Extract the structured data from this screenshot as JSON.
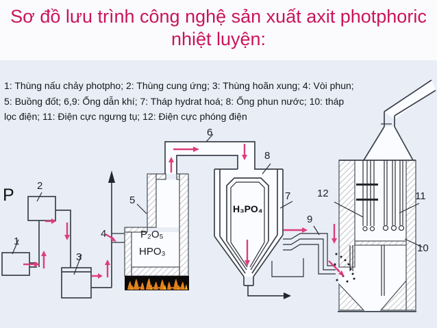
{
  "title": {
    "line1": "Sơ đồ lưu trình công nghệ sản xuất axit photphoric",
    "line2": "nhiệt luyện:"
  },
  "legend": {
    "line1": "1: Thùng nấu chảy photpho; 2: Thùng cung ứng; 3: Thùng hoãn xung; 4: Vòi phun;",
    "line2": "5: Buồng đốt; 6,9: Ống dẫn khí; 7: Tháp hydrat hoá; 8: Ống phun nước; 10: tháp",
    "line3": "lọc điện; 11: Điện cực ngưng tụ; 12: Điện cực phóng điện"
  },
  "diagram": {
    "input_label": "P",
    "part_numbers": {
      "p1": "1",
      "p2": "2",
      "p3": "3",
      "p4": "4",
      "p5": "5",
      "p6": "6",
      "p7": "7",
      "p8": "8",
      "p9": "9",
      "p10": "10",
      "p11": "11",
      "p12": "12"
    },
    "chemicals": {
      "burner_line1": "P₂O₅",
      "burner_line2": "HPO₃",
      "hydration_tower": "H₃PO₄"
    }
  },
  "colors": {
    "title_red": "#c9145a",
    "arrow_pink": "#dd3d7b",
    "line_dark": "#3a404a",
    "bg_title": "#fbfbfe",
    "bg_main": "#e9edf6",
    "flame_orange": "#e8821e"
  }
}
